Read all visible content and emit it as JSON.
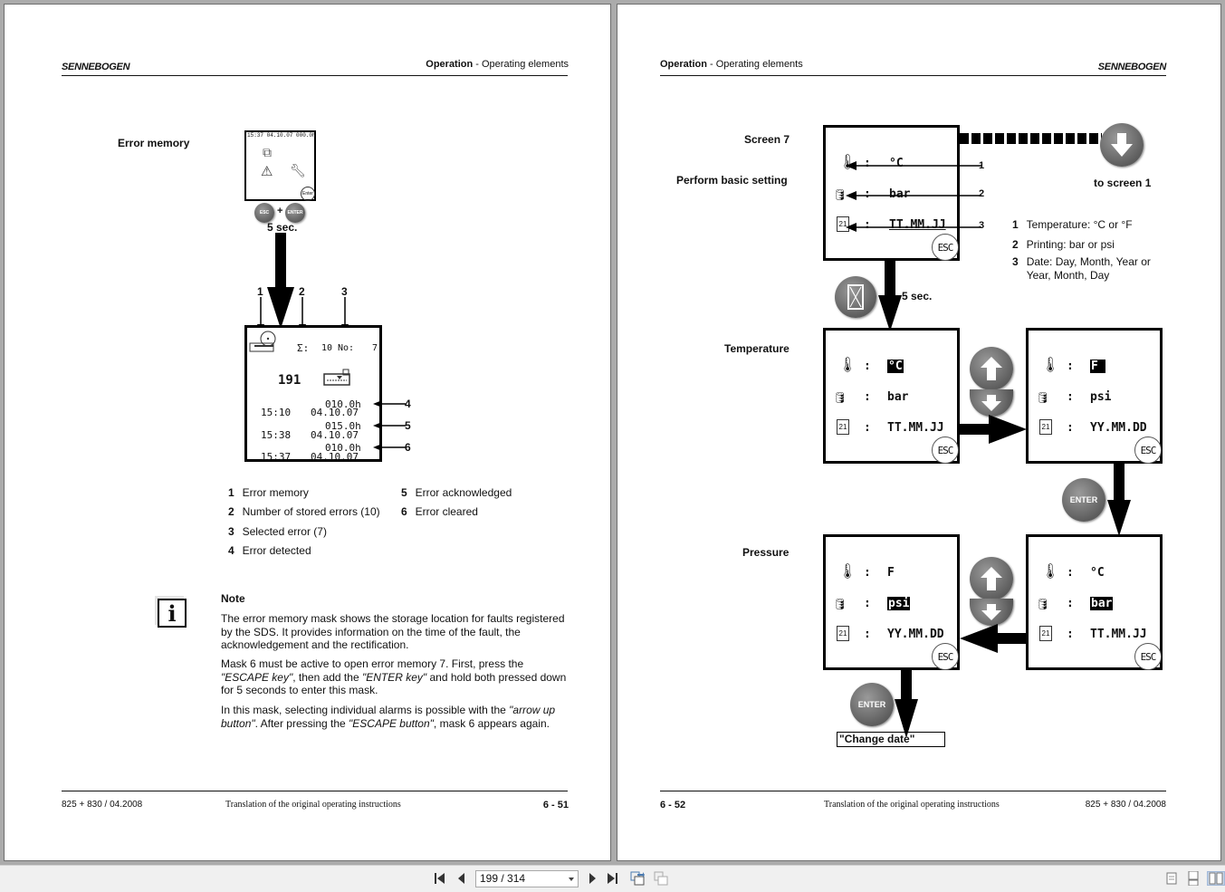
{
  "viewer": {
    "current_page": "199 / 314",
    "nav": {
      "first": "first-page",
      "prev": "previous-page",
      "next": "next-page",
      "last": "last-page"
    }
  },
  "left_page": {
    "logo": "SENNEBOGEN",
    "header": {
      "section": "Operation",
      "separator": " - ",
      "subsection": "Operating elements"
    },
    "title": "Error memory",
    "small_screen": {
      "status_line": "15:37 04.10.07 000.0h",
      "enter_label": "Enter",
      "esc_button": "ESC",
      "plus": "+",
      "enter_button": "ENTER",
      "hold_time": "5 sec."
    },
    "error_screen": {
      "sigma_label": "Σ:",
      "count": "10",
      "no_label": "No:",
      "selected": "7",
      "code": "191",
      "rows": [
        {
          "hours": "010.0h",
          "time": "15:10",
          "date": "04.10.07"
        },
        {
          "hours": "015.0h",
          "time": "15:38",
          "date": "04.10.07"
        },
        {
          "hours": "010.0h",
          "time": "15:37",
          "date": "04.10.07"
        }
      ],
      "callouts": [
        "1",
        "2",
        "3",
        "4",
        "5",
        "6"
      ]
    },
    "legend": [
      {
        "num": "1",
        "text": "Error memory"
      },
      {
        "num": "2",
        "text": "Number of stored errors (10)"
      },
      {
        "num": "3",
        "text": "Selected error (7)"
      },
      {
        "num": "4",
        "text": "Error detected"
      },
      {
        "num": "5",
        "text": "Error acknowledged"
      },
      {
        "num": "6",
        "text": "Error cleared"
      }
    ],
    "note": {
      "title": "Note",
      "p1": "The error memory mask shows the storage location for faults registered by the SDS. It provides information on the time of the fault, the acknowledgement and the rectification.",
      "p2_a": "Mask 6 must be active to open error memory 7. First, press the ",
      "p2_b": "\"ESCAPE key\"",
      "p2_c": ", then add the ",
      "p2_d": "\"ENTER key\"",
      "p2_e": " and hold both pressed down for 5 seconds to enter this mask.",
      "p3_a": "In this mask, selecting individual alarms is possible with the ",
      "p3_b": "\"arrow up button\"",
      "p3_c": ". After pressing the ",
      "p3_d": "\"ESCAPE button\"",
      "p3_e": ", mask 6 appears again."
    },
    "footer": {
      "model": "825 + 830 / 04.2008",
      "center": "Translation of the original operating instructions",
      "page": "6 - 51"
    }
  },
  "right_page": {
    "logo": "SENNEBOGEN",
    "header": {
      "section": "Operation",
      "separator": " - ",
      "subsection": "Operating elements"
    },
    "labels": {
      "screen7": "Screen 7",
      "basic": "Perform basic setting",
      "temperature": "Temperature",
      "pressure": "Pressure",
      "to_screen": "to screen 1",
      "hold": "5 sec.",
      "change_date": "\"Change date\""
    },
    "screens": {
      "screen7": {
        "temp": "°C",
        "pressure": "bar",
        "date": "TT.MM.JJ"
      },
      "temp_a": {
        "temp": "°C",
        "pressure": "bar",
        "date": "TT.MM.JJ"
      },
      "temp_b": {
        "temp": "F",
        "pressure": "psi",
        "date": "YY.MM.DD"
      },
      "press_a": {
        "temp": "°C",
        "pressure": "bar",
        "date": "TT.MM.JJ"
      },
      "press_b": {
        "temp": "F",
        "pressure": "psi",
        "date": "YY.MM.DD"
      },
      "colon": ":",
      "esc": "ESC"
    },
    "callouts": [
      "1",
      "2",
      "3"
    ],
    "legend": [
      {
        "num": "1",
        "text": "Temperature: °C or °F"
      },
      {
        "num": "2",
        "text": "Printing: bar or psi"
      },
      {
        "num": "3",
        "text": "Date: Day, Month, Year or Year, Month, Day"
      }
    ],
    "buttons": {
      "enter": "ENTER"
    },
    "footer": {
      "page": "6 - 52",
      "center": "Translation of the original operating instructions",
      "model": "825 + 830 / 04.2008"
    }
  }
}
